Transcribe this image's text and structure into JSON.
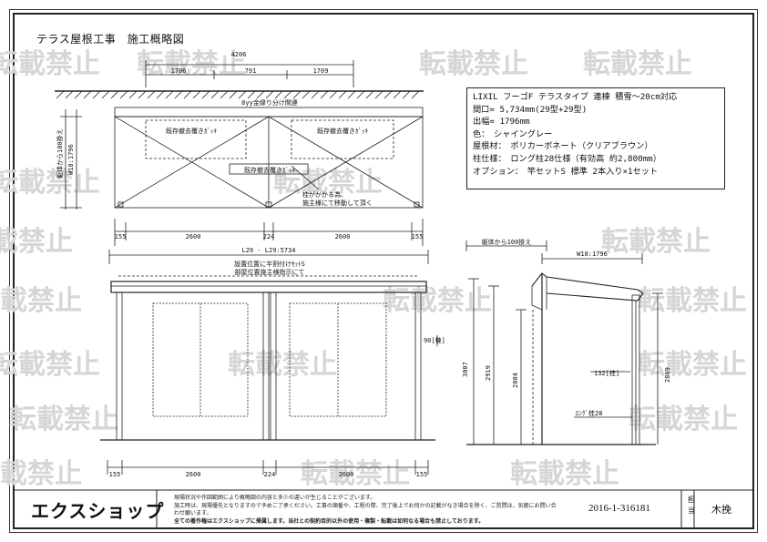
{
  "title": "テラス屋根工事　施工概略図",
  "plan": {
    "overall_width": "4206",
    "segments": [
      "1706",
      "791",
      "1709"
    ],
    "gutter_note": "8yy金縁り分け関連",
    "zone_left": "既存撤去覆きｶﾞｯｷ",
    "zone_right": "既存撤去覆きｶﾞｯｷ",
    "zone_center": "既存撤去覆きｶﾞｯｷ",
    "side_label": "躯体から100掛え",
    "depth_label": "W18:1796",
    "note_line1": "桂がかかる為、",
    "note_line2": "施主様にて移動して頂く",
    "bottom_dims": [
      "155",
      "2600",
      "224",
      "2600",
      "155"
    ]
  },
  "elevation": {
    "total_width": "L29 - L29:5734",
    "note_line1": "設置位置に半割付けｾｯﾄS",
    "note_line2": "部屋位置施主様指示にて",
    "bottom_dims": [
      "155",
      "2600",
      "224",
      "2600",
      "155"
    ]
  },
  "side": {
    "from_wall": "躯体から100掛え",
    "depth": "W18:1796",
    "dim_90": "90[桂]",
    "dim_132": "132[桂]",
    "h_3007": "3007",
    "h_2919": "2919",
    "h_2004": "2004",
    "h_2869": "2869",
    "post_note": "ﾛﾝｸﾞ桂28"
  },
  "spec": {
    "line1": "LIXIL フーゴF テラスタイプ 連棟 積雪～20cm対応",
    "line2": "間口= 5,734mm(29型+29型)",
    "line3": "出幅= 1796mm",
    "line4": "色：　シャイングレー",
    "line5": "屋根材：　ポリカーボネート（クリアブラウン）",
    "line6": "柱仕様：　ロング柱28仕様（有効高 約2,800mm）",
    "line7": "オプション：　竿セットS 標準 2本入り×1セット"
  },
  "watermark": "転載禁止",
  "footer": {
    "logo": "エクスショップ",
    "note1": "現場状況や作図範囲により概略図の内容と多少の違いが生じることがございます。",
    "note2": "施工時は、現場優先となりますので予めご了承ください。工事の順番や、工程の際、完了後上でお何かの記載がなき場合を除く、ご質問は、気軽にお問い合わせ願います。",
    "note3": "全ての著作権はエクスショップに帰属します。当社との契約目的以外の使用・複製・転載は如何なる場合も禁止しております。",
    "code": "2016-1-316181",
    "role": "担当",
    "person": "木挽"
  }
}
